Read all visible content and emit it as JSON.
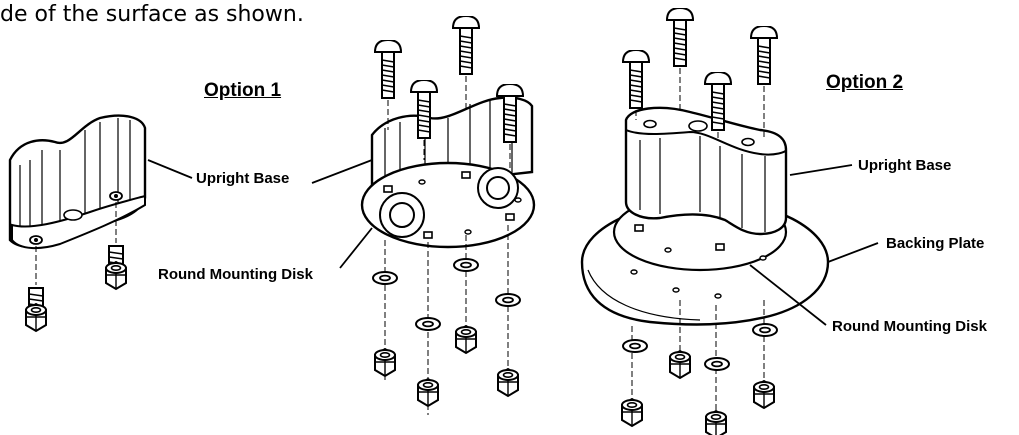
{
  "intro_text": "de of the surface as shown.",
  "option1": {
    "title": "Option 1",
    "labels": {
      "upright_base": "Upright Base",
      "round_mounting_disk": "Round Mounting Disk"
    }
  },
  "option2": {
    "title": "Option 2",
    "labels": {
      "upright_base": "Upright Base",
      "backing_plate": "Backing Plate",
      "round_mounting_disk": "Round Mounting Disk"
    }
  },
  "colors": {
    "line": "#000000",
    "fill": "#ffffff",
    "shade": "#d9d9d9"
  }
}
